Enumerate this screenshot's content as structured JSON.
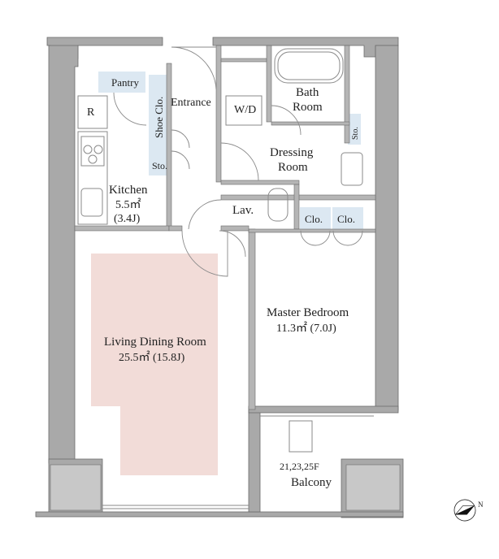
{
  "rooms": {
    "pantry": "Pantry",
    "entrance": "Entrance",
    "shoe_closet": "Shoe Clo.",
    "wd": "W/D",
    "bath": {
      "line1": "Bath",
      "line2": "Room"
    },
    "refrigerator": "R",
    "storage_small": "Sto.",
    "storage_vertical": "Sto.",
    "dressing": {
      "line1": "Dressing",
      "line2": "Room"
    },
    "kitchen": {
      "name": "Kitchen",
      "area": "5.5㎡",
      "tatami": "(3.4J)"
    },
    "lavatory": "Lav.",
    "closet_1": "Clo.",
    "closet_2": "Clo.",
    "master_bedroom": {
      "name": "Master Bedroom",
      "area": "11.3㎡  (7.0J)"
    },
    "living_dining": {
      "name": "Living Dining Room",
      "area": "25.5㎡  (15.8J)"
    },
    "balcony": {
      "floors": "21,23,25F",
      "name": "Balcony"
    }
  },
  "compass": {
    "label": "N"
  },
  "colors": {
    "wall_fill": "#a9a9a9",
    "wall_line": "#6b6b6b",
    "column_fill": "#c8c8c8",
    "ldk_highlight": "#f2dcd8",
    "closet_fill": "#dce8f2",
    "door_line": "#8a8a8a"
  }
}
